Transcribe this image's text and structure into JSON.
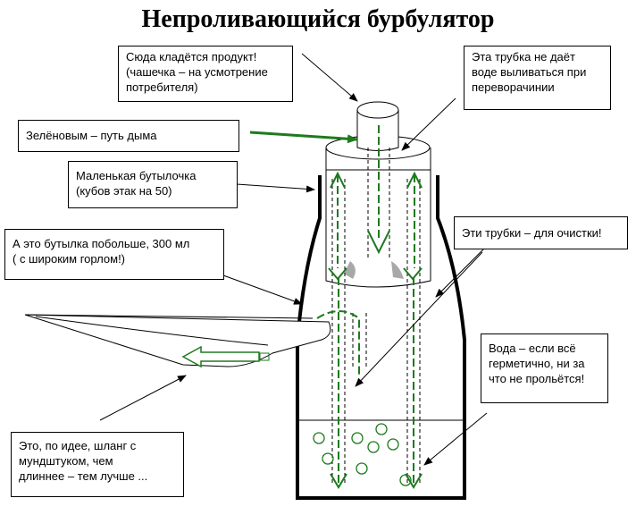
{
  "title": "Непроливающийся бурбулятор",
  "labels": {
    "product": "Сюда кладётся продукт!\n(чашечка – на усмотрение\nпотребителя)",
    "tube_no_spill": "Эта трубка не даёт\nводе выливаться при\nпереворачинии",
    "smoke_path": "Зелёновым – путь дыма",
    "small_bottle": "Маленькая бутылочка\n(кубов этак на 50)",
    "big_bottle": "А это бутылка побольше,  300 мл\n( с широким горлом!)",
    "cleaning_tubes": "Эти трубки – для очистки!",
    "water": "Вода – если всё\nгерметично,  ни за\nчто не прольётся!",
    "hose": "Это, по идее, шланг с\nмундштуком, чем\nдлиннее – тем лучше ..."
  },
  "colors": {
    "smoke": "#1e7a1e",
    "outline": "#000000",
    "gray": "#a8a8a8"
  }
}
